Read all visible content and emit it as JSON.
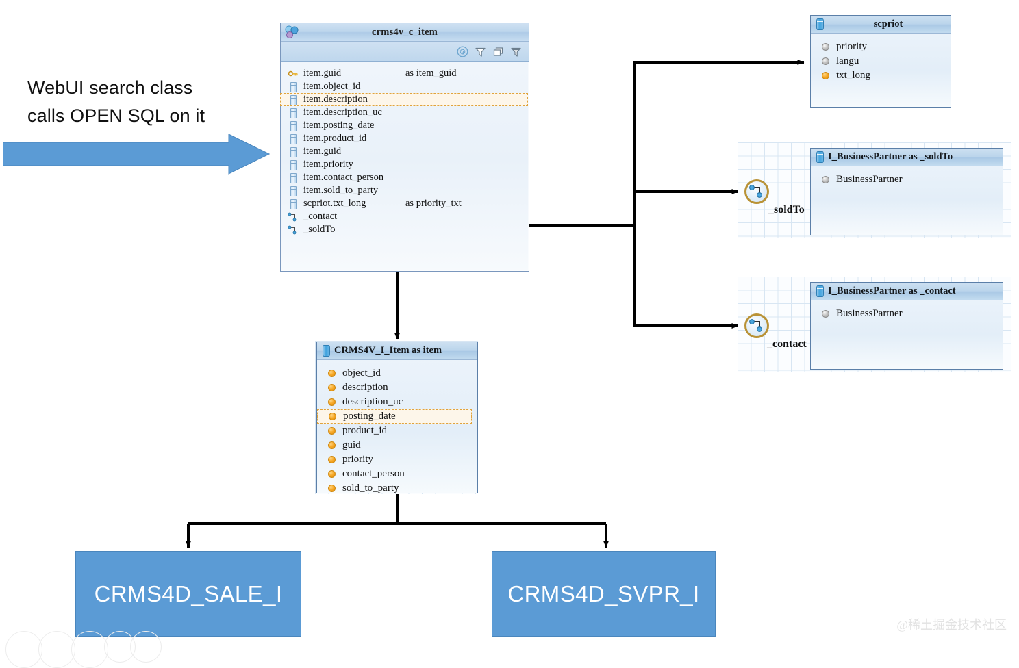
{
  "annotation": {
    "line1": "WebUI search class",
    "line2": "calls OPEN SQL on it",
    "arrow_icon": "right-arrow-block",
    "arrow_color": "#5b9bd5"
  },
  "main_entity": {
    "title": "crms4v_c_item",
    "title_icon": "cds-view-icon",
    "toolbar": [
      {
        "icon": "at-sign-icon",
        "label": "@"
      },
      {
        "icon": "filter-funnel-icon",
        "label": ""
      },
      {
        "icon": "stacked-tables-icon",
        "label": ""
      },
      {
        "icon": "filter-funnel-filled-icon",
        "label": ""
      }
    ],
    "fields": [
      {
        "icon": "key-icon",
        "name": "item.guid",
        "alias": "as item_guid",
        "selected": false
      },
      {
        "icon": "field-icon",
        "name": "item.object_id",
        "alias": "",
        "selected": false
      },
      {
        "icon": "field-icon",
        "name": "item.description",
        "alias": "",
        "selected": true
      },
      {
        "icon": "field-icon",
        "name": "item.description_uc",
        "alias": "",
        "selected": false
      },
      {
        "icon": "field-icon",
        "name": "item.posting_date",
        "alias": "",
        "selected": false
      },
      {
        "icon": "field-icon",
        "name": "item.product_id",
        "alias": "",
        "selected": false
      },
      {
        "icon": "field-icon",
        "name": "item.guid",
        "alias": "",
        "selected": false
      },
      {
        "icon": "field-icon",
        "name": "item.priority",
        "alias": "",
        "selected": false
      },
      {
        "icon": "field-icon",
        "name": "item.contact_person",
        "alias": "",
        "selected": false
      },
      {
        "icon": "field-icon",
        "name": "item.sold_to_party",
        "alias": "",
        "selected": false
      },
      {
        "icon": "field-icon",
        "name": "scpriot.txt_long",
        "alias": "as priority_txt",
        "selected": false
      },
      {
        "icon": "association-icon",
        "name": "_contact",
        "alias": "",
        "selected": false
      },
      {
        "icon": "association-icon",
        "name": "_soldTo",
        "alias": "",
        "selected": false
      }
    ]
  },
  "scpriot_table": {
    "title": "scpriot",
    "icon": "table-icon",
    "fields": [
      {
        "name": "priority",
        "icon": "grey-dot-icon"
      },
      {
        "name": "langu",
        "icon": "grey-dot-icon"
      },
      {
        "name": "txt_long",
        "icon": "orange-dot-icon"
      }
    ]
  },
  "soldto_entity": {
    "title": "I_BusinessPartner   as _soldTo",
    "icon": "table-icon",
    "association_label": "_soldTo",
    "association_icon": "association-node-icon",
    "fields": [
      {
        "name": "BusinessPartner",
        "icon": "grey-dot-icon"
      }
    ]
  },
  "contact_entity": {
    "title": "I_BusinessPartner   as _contact",
    "icon": "table-icon",
    "association_label": "_contact",
    "association_icon": "association-node-icon",
    "fields": [
      {
        "name": "BusinessPartner",
        "icon": "grey-dot-icon"
      }
    ]
  },
  "item_entity": {
    "title": "CRMS4V_I_Item   as item",
    "icon": "table-icon",
    "fields": [
      {
        "name": "object_id",
        "icon": "orange-dot-icon",
        "selected": false
      },
      {
        "name": "description",
        "icon": "orange-dot-icon",
        "selected": false
      },
      {
        "name": "description_uc",
        "icon": "orange-dot-icon",
        "selected": false
      },
      {
        "name": "posting_date",
        "icon": "orange-dot-icon",
        "selected": true
      },
      {
        "name": "product_id",
        "icon": "orange-dot-icon",
        "selected": false
      },
      {
        "name": "guid",
        "icon": "orange-dot-icon",
        "selected": false
      },
      {
        "name": "priority",
        "icon": "orange-dot-icon",
        "selected": false
      },
      {
        "name": "contact_person",
        "icon": "orange-dot-icon",
        "selected": false
      },
      {
        "name": "sold_to_party",
        "icon": "orange-dot-icon",
        "selected": false
      }
    ]
  },
  "bottom_boxes": [
    {
      "label": "CRMS4D_SALE_I",
      "color": "#5b9bd5"
    },
    {
      "label": "CRMS4D_SVPR_I",
      "color": "#5b9bd5"
    }
  ],
  "watermark": "@稀土掘金技术社区"
}
